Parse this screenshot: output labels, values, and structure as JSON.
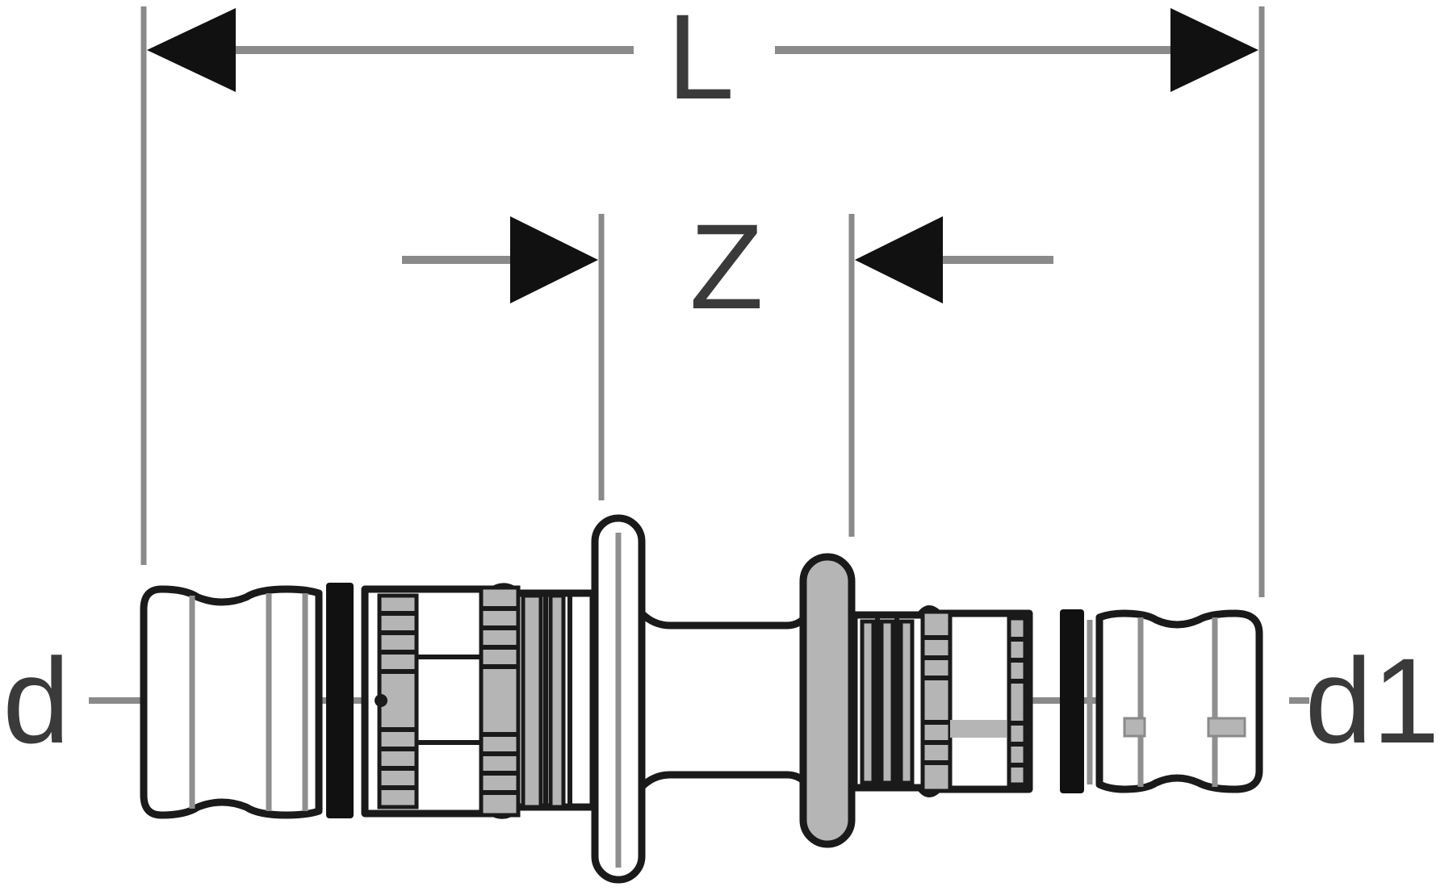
{
  "diagram": {
    "subject": "reducer press fitting",
    "labels": {
      "overall_length": "L",
      "insertion_gap": "Z",
      "inlet_diameter": "d",
      "outlet_diameter": "d1"
    },
    "colors": {
      "outline": "#1a1a1a",
      "dimension_line": "#8a8a8a",
      "arrowhead": "#111111",
      "fill_grey": "#b5b5b5",
      "background": "#ffffff"
    }
  }
}
